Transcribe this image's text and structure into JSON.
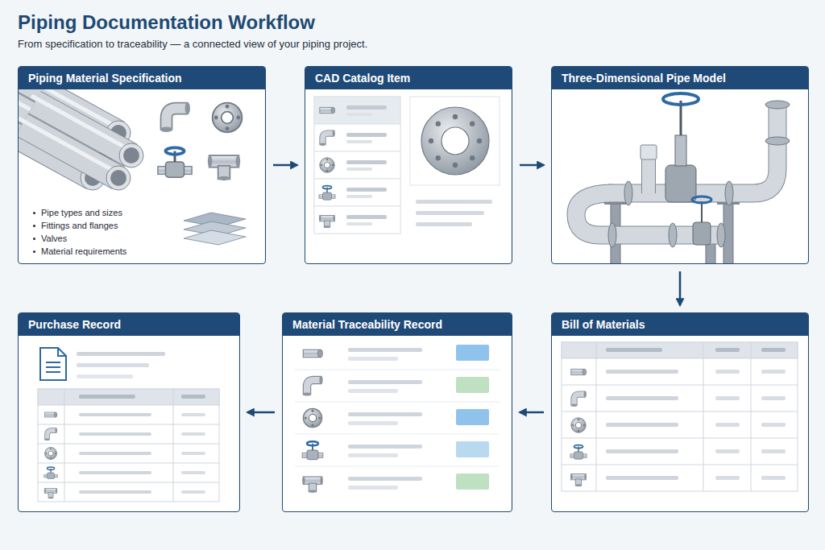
{
  "diagram": {
    "title": "Piping Documentation Workflow",
    "caption": "From specification to traceability — a connected view of your piping project.",
    "nodes": [
      {
        "text": [
          "Piping Material Specification",
          "Pipe types and sizes",
          "Fittings and flanges",
          "Valves",
          "Material requirements"
        ]
      },
      {
        "text": [
          "CAD Catalog Item"
        ]
      },
      {
        "text": [
          "Three-Dimensional Pipe Model"
        ]
      },
      {
        "text": [
          "Bill of Materials"
        ]
      },
      {
        "text": [
          "Material Traceability Record"
        ]
      },
      {
        "text": [
          "Purchase Record"
        ]
      }
    ],
    "edges": [
      {
        "from": 0,
        "to": 1,
        "arrow": "to"
      },
      {
        "from": 1,
        "to": 2,
        "arrow": "to"
      },
      {
        "from": 2,
        "to": 3,
        "arrow": "to"
      },
      {
        "from": 3,
        "to": 4,
        "arrow": "to"
      },
      {
        "from": 4,
        "to": 5,
        "arrow": "to"
      }
    ]
  }
}
